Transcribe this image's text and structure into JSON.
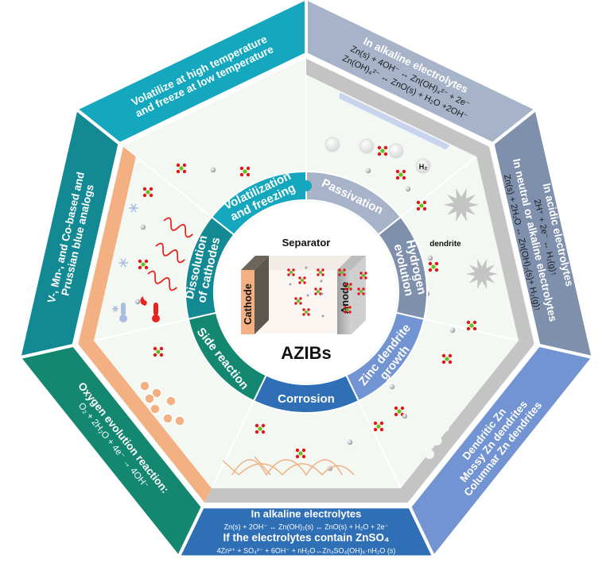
{
  "center": {
    "title": "AZIBs",
    "separator_label": "Separator",
    "cathode_label": "Cathode",
    "anode_label": "Anode"
  },
  "ring": [
    {
      "id": "passivation",
      "label_lines": [
        "Passivation"
      ],
      "color": "#a7b3c9"
    },
    {
      "id": "hydrogen-evolution",
      "label_lines": [
        "Hydrogen",
        "evolution"
      ],
      "color": "#7f90ad"
    },
    {
      "id": "zinc-dendrite-growth",
      "label_lines": [
        "Zinc dendrite",
        "growth"
      ],
      "color": "#7394d2"
    },
    {
      "id": "corrosion",
      "label_lines": [
        "Corrosion"
      ],
      "color": "#2f6fb6"
    },
    {
      "id": "side-reaction",
      "label_lines": [
        "Side reaction"
      ],
      "color": "#13876f"
    },
    {
      "id": "dissolution-of-cathodes",
      "label_lines": [
        "Dissolution",
        "of cathodes"
      ],
      "color": "#138a93"
    },
    {
      "id": "volatilization-and-freezing",
      "label_lines": [
        "Volatilization",
        "and freezing"
      ],
      "color": "#14a7bd"
    }
  ],
  "bands": [
    {
      "id": "passivation-band",
      "color": "#a7b3c9",
      "title": "In alkaline electrolytes",
      "lines": [
        "Zn(s) + 4OH⁻ ↔ Zn(OH)₄²⁻ + 2e⁻",
        "Zn(OH)₄²⁻ ↔ ZnO(s) + H₂O +2OH⁻"
      ]
    },
    {
      "id": "hydrogen-band",
      "color": "#7f90ad",
      "title": "In acidic electrolytes",
      "lines": [
        "2H⁺ + 2e⁻ ↔ H₂(g)↑",
        "In neutral or alkaline electrolytes",
        "Zn(s) + 2H₂O ↔ Zn(OH)₂(s)+ H₂(g)↑"
      ]
    },
    {
      "id": "dendrite-band",
      "color": "#7394d2",
      "title": "Dendritic Zn",
      "lines": [
        "Mossy Zn dendrites",
        "Columnar Zn dendrites"
      ]
    },
    {
      "id": "corrosion-band",
      "color": "#2f6fb6",
      "title": "In alkaline electrolytes",
      "lines": [
        "Zn(s) + 2OH⁻ ↔ Zn(OH)₂(s) ↔ ZnO(s) + H₂O + 2e⁻",
        "If the electrolytes contain ZnSO₄",
        "4Zn²⁺ + SO₄²⁻ + 6OH⁻ + nH₂O↔Zn₄SO₄(OH)₆·nH₂O (s)"
      ]
    },
    {
      "id": "oxygen-band",
      "color": "#13876f",
      "title": "Oxygen evolution reaction:",
      "lines": [
        "O₂ + 2H₂O + 4e⁻ → 4OH⁻"
      ]
    },
    {
      "id": "cathode-band",
      "color": "#138a93",
      "title": "V-, Mn-, and Co-based and",
      "lines": [
        "Prussian blue analogs"
      ]
    },
    {
      "id": "temperature-band",
      "color": "#14a7bd",
      "title": "Volatilize at high temperature",
      "lines": [
        "and freeze at low temperature"
      ]
    }
  ],
  "annotations": {
    "h2_bubble": "H₂",
    "dendrite_label": "dendrite"
  },
  "colors": {
    "inner_fill": "#f3f8f3",
    "gray_layer": "#c4c4c4",
    "cathode_layer": "#f2b083",
    "ion_red": "#e0161b",
    "ion_green": "#66c01f",
    "hot_red": "#e8231f",
    "cold_blue": "#a9bde0"
  }
}
